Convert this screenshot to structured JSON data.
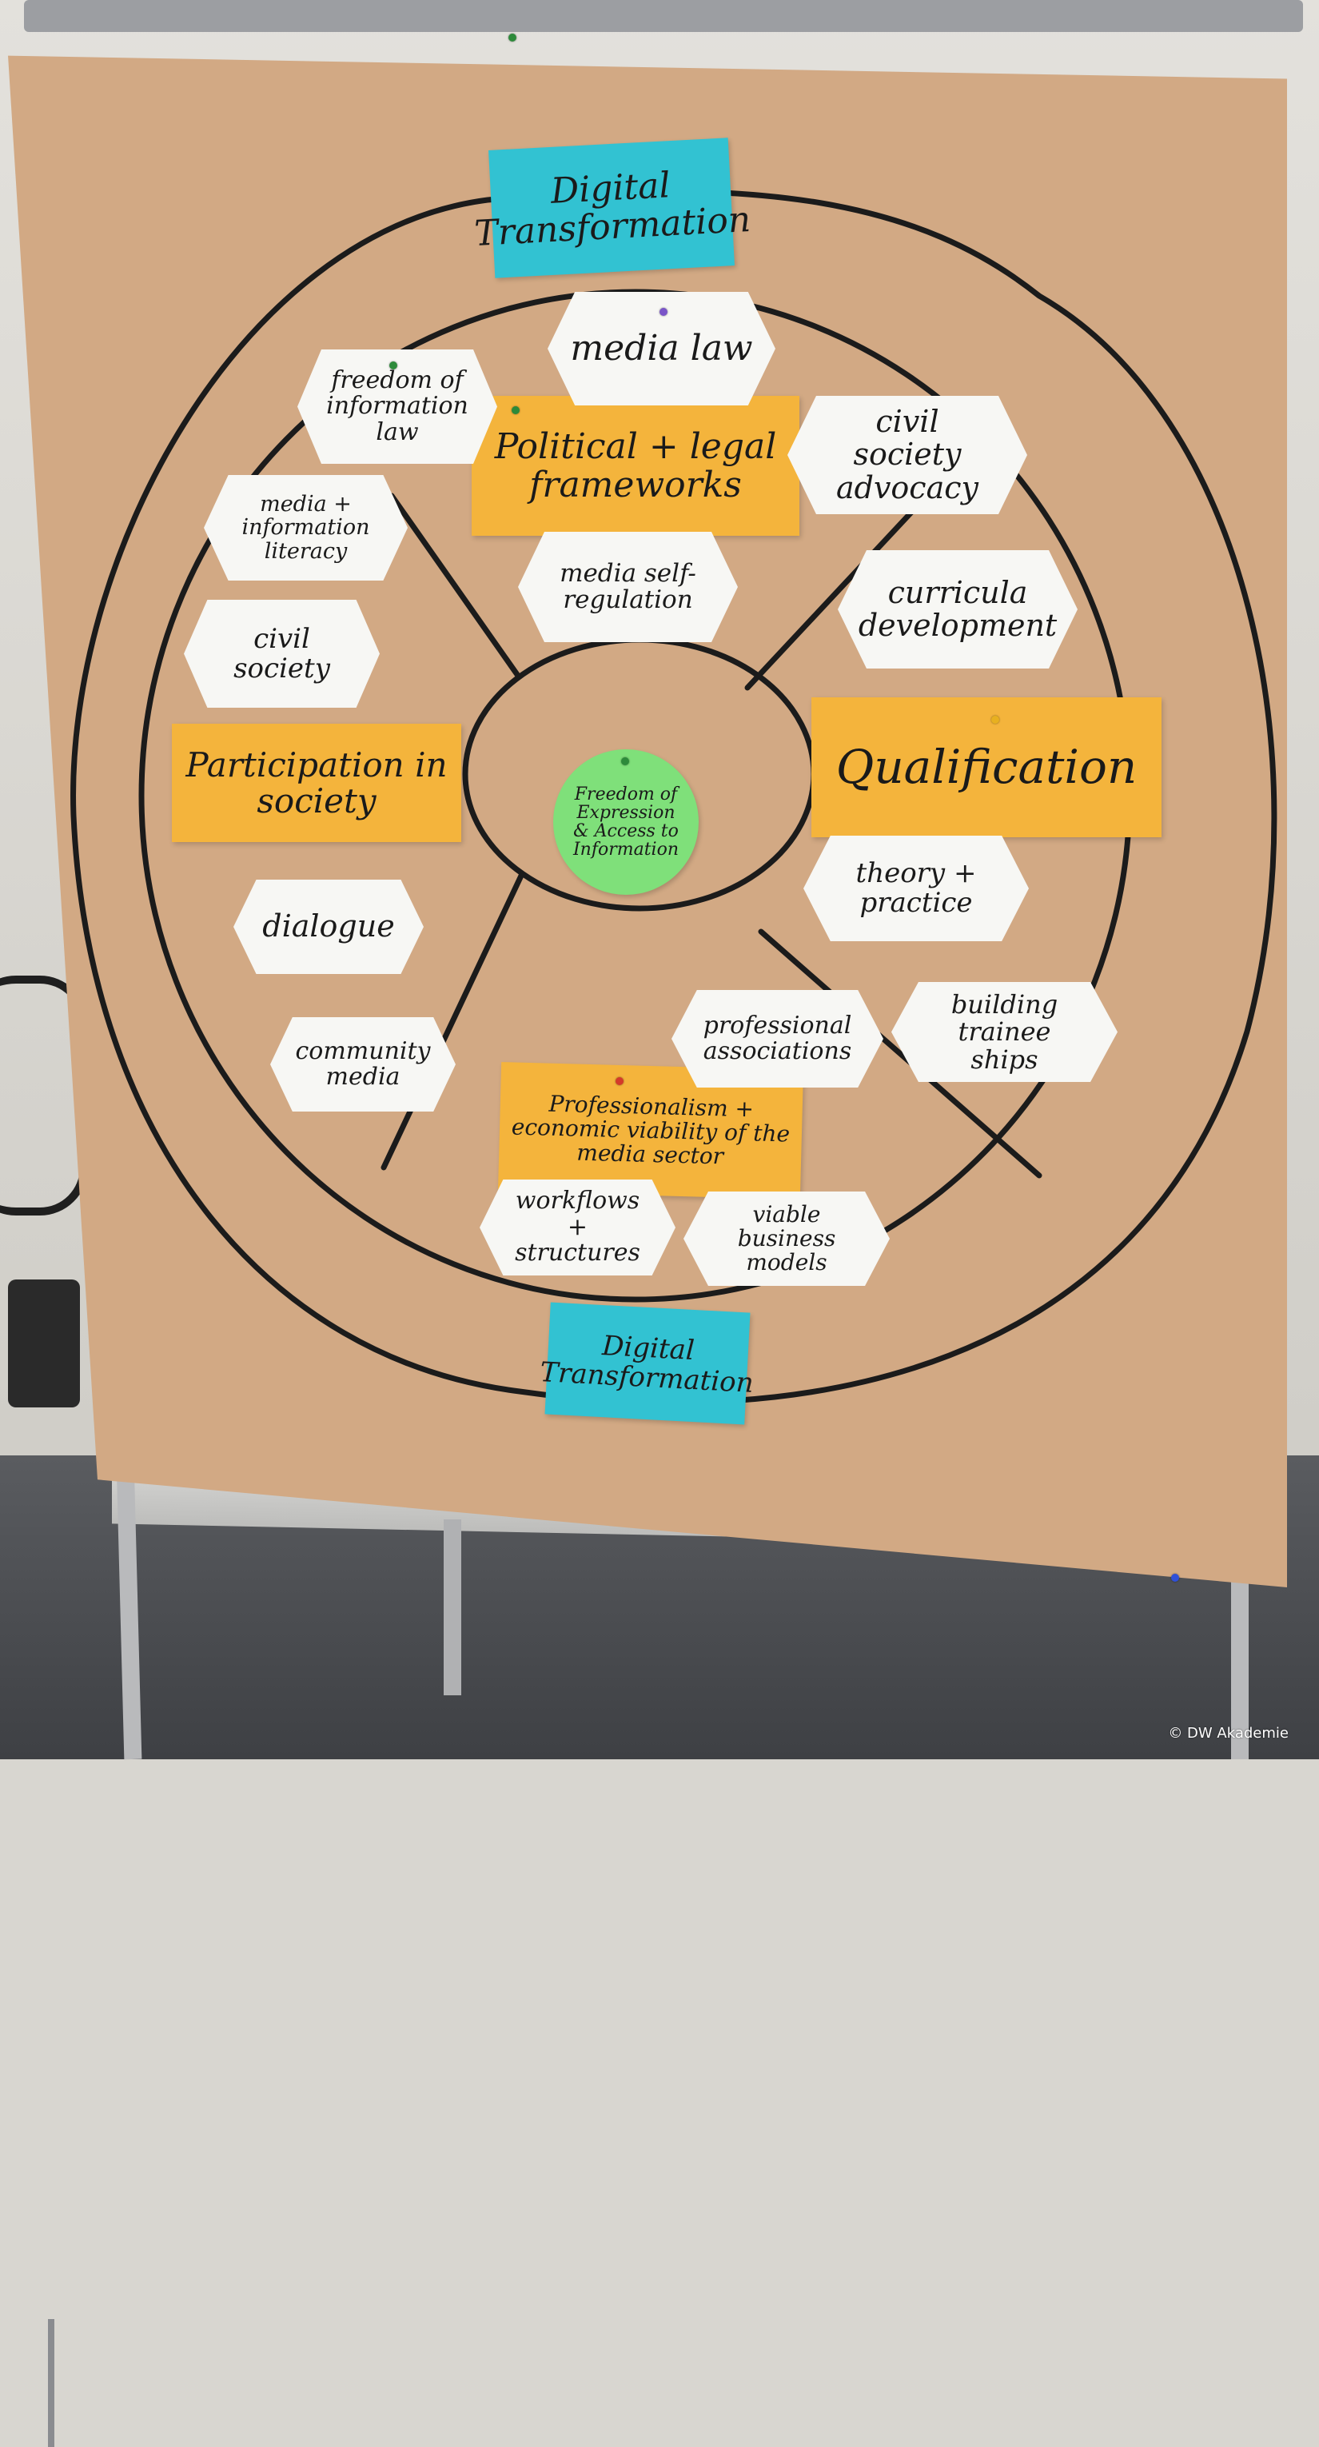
{
  "flipchart": {
    "center": {
      "text": "Freedom of Expression & Access to Information",
      "color": "#7fe07a"
    },
    "digital_top": "Digital Transformation",
    "digital_bottom": "Digital Transformation",
    "categories": {
      "political": "Political + legal frameworks",
      "participation": "Participation in society",
      "qualification": "Qualification",
      "professionalism": "Professionalism + economic viability of the media sector"
    },
    "topics": {
      "media_law": "media law",
      "freedom_of_information": "freedom of information law",
      "civil_society_advocacy": "civil society advocacy",
      "media_information_literacy": "media + information literacy",
      "media_self_regulation": "media self-regulation",
      "curricula_development": "curricula development",
      "civil_society": "civil society",
      "theory_practice": "theory + practice",
      "dialogue": "dialogue",
      "professional_associations": "professional associations",
      "building_traineeships": "building trainee ships",
      "community_media": "community media",
      "workflows_structures": "workflows + structures",
      "viable_business_models": "viable business models"
    },
    "colors": {
      "paper": "#d2a984",
      "category_card": "#f4b43c",
      "digital_card": "#32c2d2",
      "topic_card": "#f7f7f4",
      "marker": "#1b1b1b"
    }
  },
  "copyright": "© DW Akademie"
}
